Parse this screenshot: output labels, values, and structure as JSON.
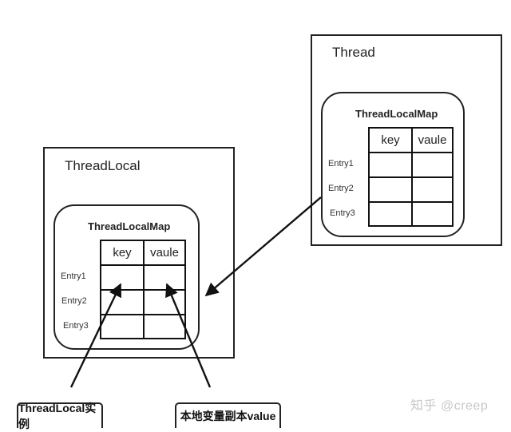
{
  "thread": {
    "title": "Thread",
    "map": {
      "title": "ThreadLocalMap",
      "headers": [
        "key",
        "vaule"
      ],
      "entries": [
        "Entry1",
        "Entry2",
        "Entry3"
      ]
    }
  },
  "threadlocal": {
    "title": "ThreadLocal",
    "map": {
      "title": "ThreadLocalMap",
      "headers": [
        "key",
        "vaule"
      ],
      "entries": [
        "Entry1",
        "Entry2",
        "Entry3"
      ]
    }
  },
  "labels": {
    "instance": "ThreadLocal实例",
    "value_copy": "本地变量副本value"
  },
  "watermark": "知乎 @creep"
}
